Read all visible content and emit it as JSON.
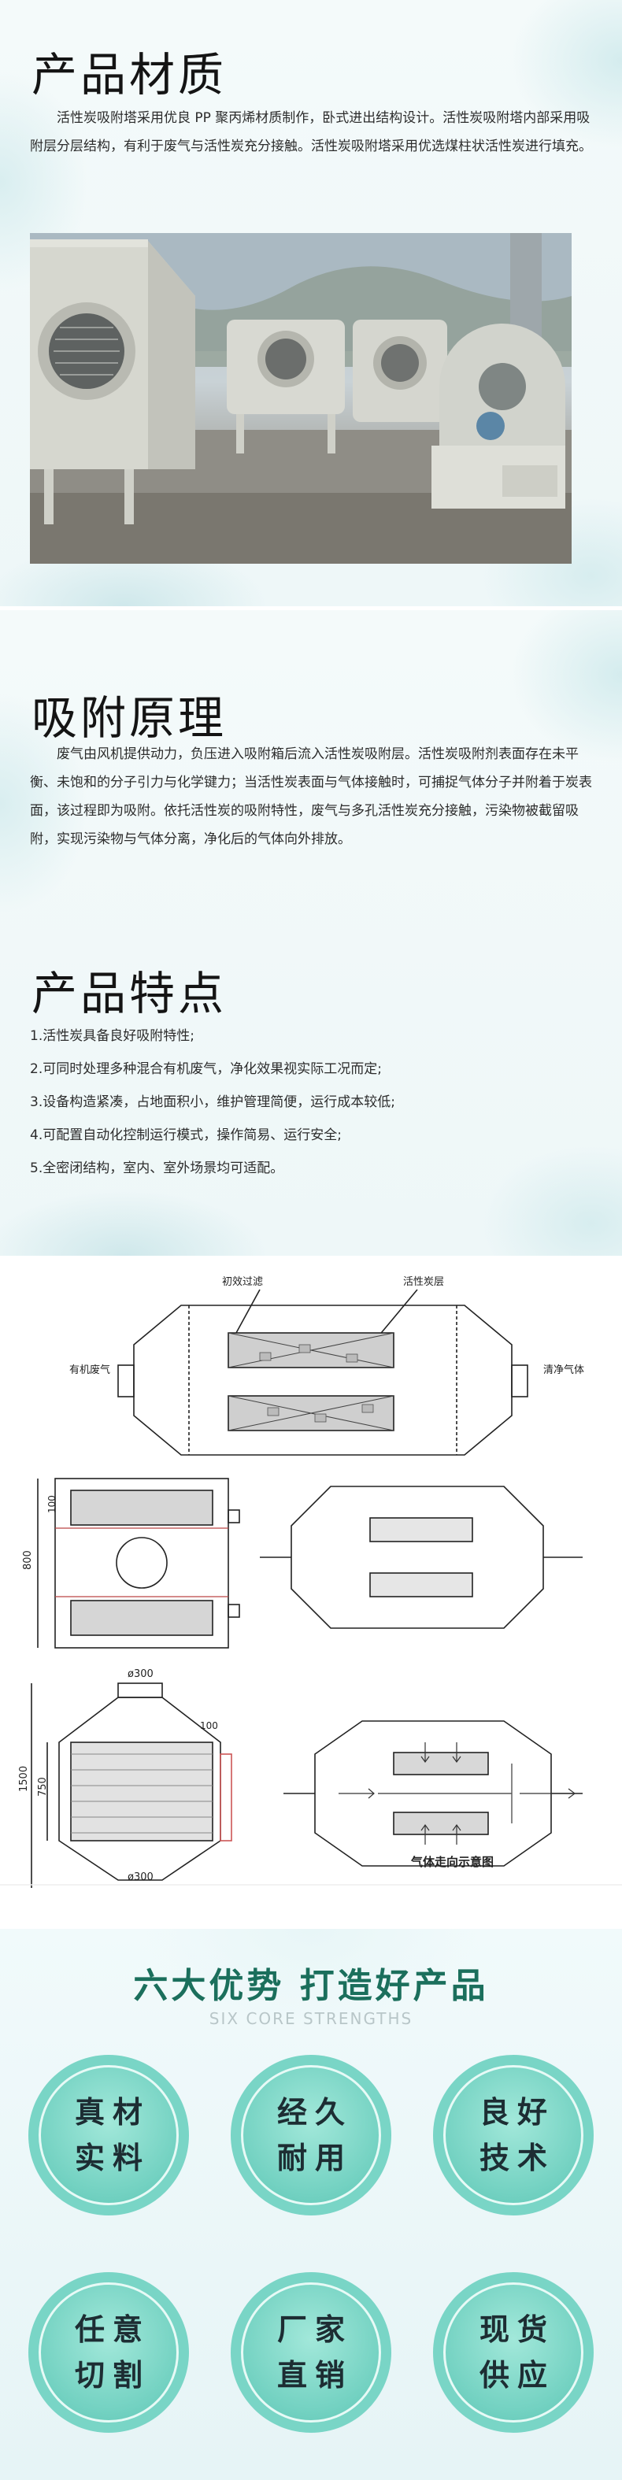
{
  "material": {
    "title": "产品材质",
    "text": "活性炭吸附塔采用优良 PP 聚丙烯材质制作，卧式进出结构设计。活性炭吸附塔内部采用吸附层分层结构，有利于废气与活性炭充分接触。活性炭吸附塔采用优选煤柱状活性炭进行填充。"
  },
  "principle": {
    "title": "吸附原理",
    "text": "废气由风机提供动力，负压进入吸附箱后流入活性炭吸附层。活性炭吸附剂表面存在未平衡、未饱和的分子引力与化学键力；当活性炭表面与气体接触时，可捕捉气体分子并附着于炭表面，该过程即为吸附。依托活性炭的吸附特性，废气与多孔活性炭充分接触，污染物被截留吸附，实现污染物与气体分离，净化后的气体向外排放。"
  },
  "features": {
    "title": "产品特点",
    "items": [
      "1.活性炭具备良好吸附特性;",
      "2.可同时处理多种混合有机废气，净化效果视实际工况而定;",
      "3.设备构造紧凑，占地面积小，维护管理简便，运行成本较低;",
      "4.可配置自动化控制运行模式，操作简易、运行安全;",
      "5.全密闭结构，室内、室外场景均可适配。"
    ]
  },
  "diagram": {
    "label_prefilter": "初效过滤",
    "label_carbon_layer": "活性炭层",
    "label_inlet": "有机废气",
    "label_outlet": "清净气体",
    "dim_800": "800",
    "dim_100_a": "100",
    "dim_300_top": "ø300",
    "dim_100_b": "100",
    "dim_1500": "1500",
    "dim_750": "750",
    "dim_300_bottom": "ø300",
    "flow_caption": "气体走向示意图"
  },
  "strengths": {
    "title": "六大优势 打造好产品",
    "subtitle": "SIX CORE STRENGTHS",
    "items": [
      {
        "line1": "真材",
        "line2": "实料"
      },
      {
        "line1": "经久",
        "line2": "耐用"
      },
      {
        "line1": "良好",
        "line2": "技术"
      },
      {
        "line1": "任意",
        "line2": "切割"
      },
      {
        "line1": "厂家",
        "line2": "直销"
      },
      {
        "line1": "现货",
        "line2": "供应"
      }
    ]
  },
  "colors": {
    "accent_green": "#1b6f5c",
    "circle_teal": "#79d5c6",
    "wash_blue": "#d9eef0"
  }
}
